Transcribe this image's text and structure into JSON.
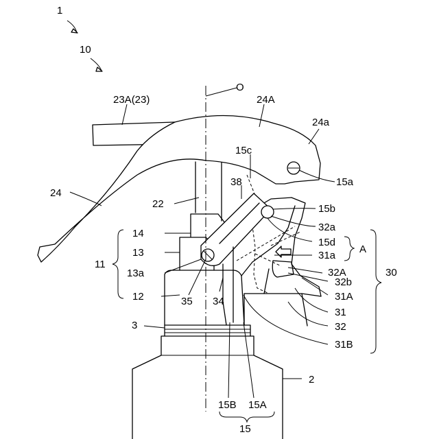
{
  "labels": {
    "l1": "1",
    "l10": "10",
    "lO": "O",
    "l23A": "23A(23)",
    "l24A": "24A",
    "l24a": "24a",
    "l15a": "15a",
    "l15c": "15c",
    "l24": "24",
    "l38": "38",
    "l15b": "15b",
    "l22": "22",
    "l32a": "32a",
    "l14": "14",
    "l15d": "15d",
    "lA": "A",
    "l13": "13",
    "l31a": "31a",
    "l11": "11",
    "l13a": "13a",
    "l32A": "32A",
    "l30": "30",
    "l32b": "32b",
    "l12": "12",
    "l35": "35",
    "l34": "34",
    "l31A": "31A",
    "l31": "31",
    "l3": "3",
    "l32": "32",
    "l31B": "31B",
    "l2": "2",
    "l15B": "15B",
    "l15A": "15A",
    "l15": "15"
  }
}
